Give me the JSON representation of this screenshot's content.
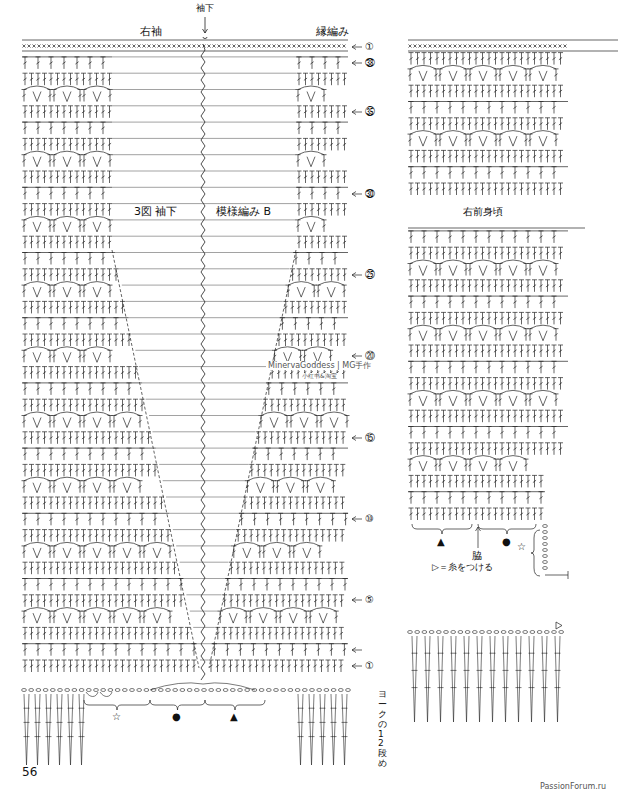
{
  "diagram": {
    "labels": [
      "右袖",
      "袖下",
      "縁編み",
      "①",
      "㊳",
      "㉟",
      "㉚",
      "㉕",
      "⑳",
      "⑮",
      "⑩",
      "⑤",
      "①",
      "3図 袖下",
      "模様編み B",
      "MinervaGoddess | MG手作",
      "小红书&淘宝",
      "☆",
      "●",
      "▲",
      "ヨークの12段め",
      "右前身頃",
      "▲",
      "●",
      "脇",
      "☆",
      "▷＝糸をつける",
      "56",
      "PassionForum.ru"
    ]
  }
}
